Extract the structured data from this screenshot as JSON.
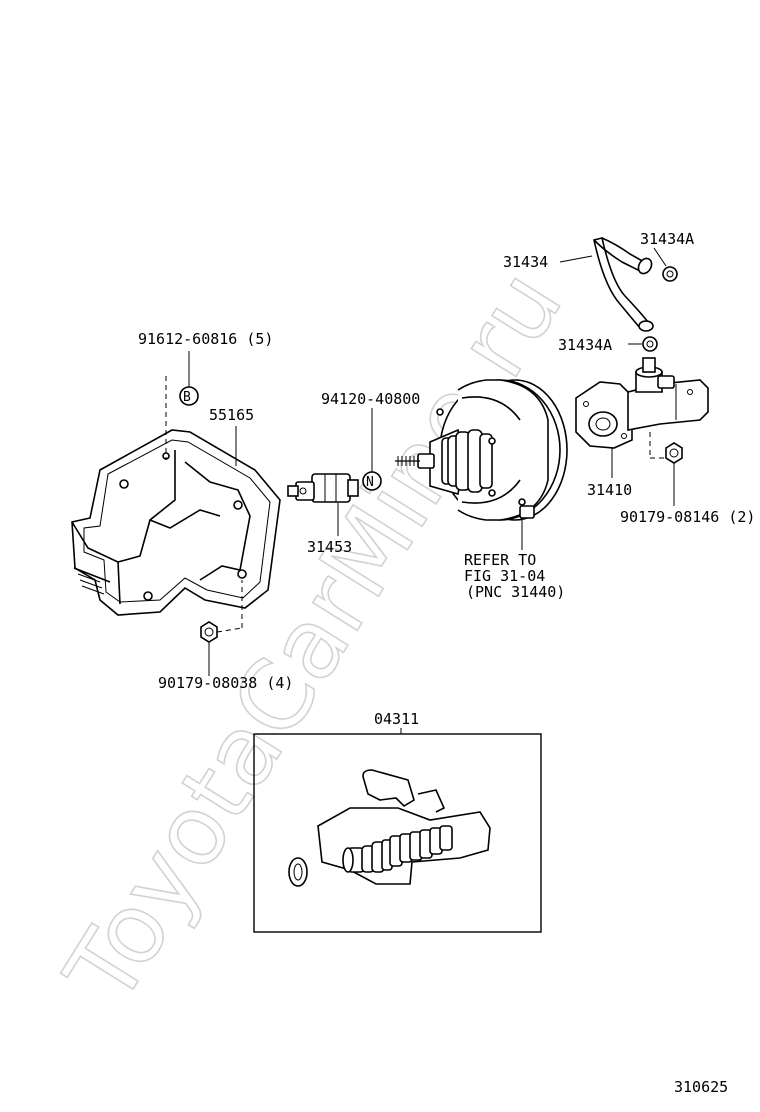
{
  "watermark": "ToyotaCarMine.ru",
  "figure_number": "310625",
  "callouts": {
    "bracket_bolt": "91612-60816 (5)",
    "bolt_symbol": "B",
    "bracket": "55165",
    "vacuum_switch_nut": "94120-40800",
    "nut_symbol": "N",
    "vacuum_switch": "31453",
    "bracket_nut": "90179-08038 (4)",
    "hose": "31434",
    "clamp_upper": "31434A",
    "clamp_lower": "31434A",
    "master_cylinder": "31410",
    "master_cylinder_nut": "90179-08146 (2)",
    "booster_ref_line1": "REFER TO",
    "booster_ref_line2": "FIG 31-04",
    "booster_ref_line3": "(PNC 31440)",
    "repair_kit": "04311"
  }
}
